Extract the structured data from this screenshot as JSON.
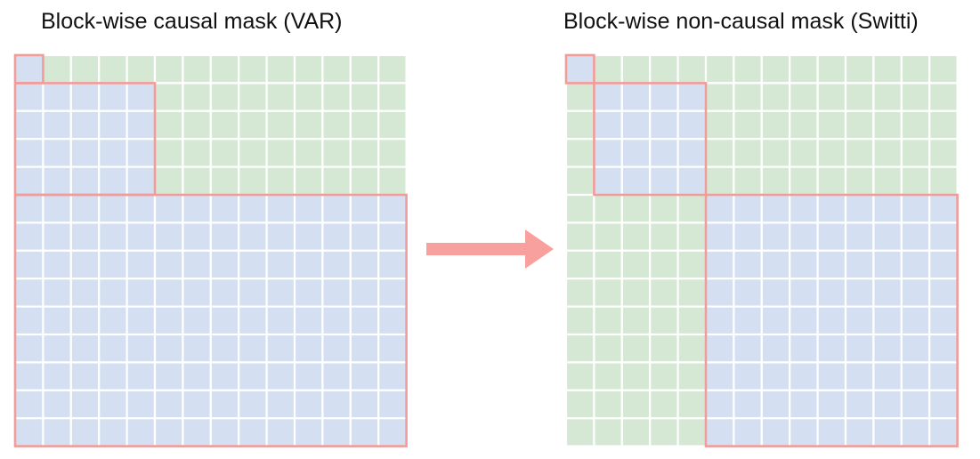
{
  "panels": [
    {
      "id": "var",
      "title": "Block-wise causal mask (VAR)",
      "mode": "causal",
      "block_sizes": [
        1,
        4,
        9
      ]
    },
    {
      "id": "switti",
      "title": "Block-wise non-causal mask (Switti)",
      "mode": "non-causal",
      "block_sizes": [
        1,
        4,
        9
      ]
    }
  ],
  "colors": {
    "attend": "#d4dff2",
    "masked": "#d5e8d4",
    "grid_line": "#ffffff",
    "block_outline": "#f19c99",
    "arrow": "#f8a09e"
  },
  "arrow_icon": "right-arrow-icon"
}
